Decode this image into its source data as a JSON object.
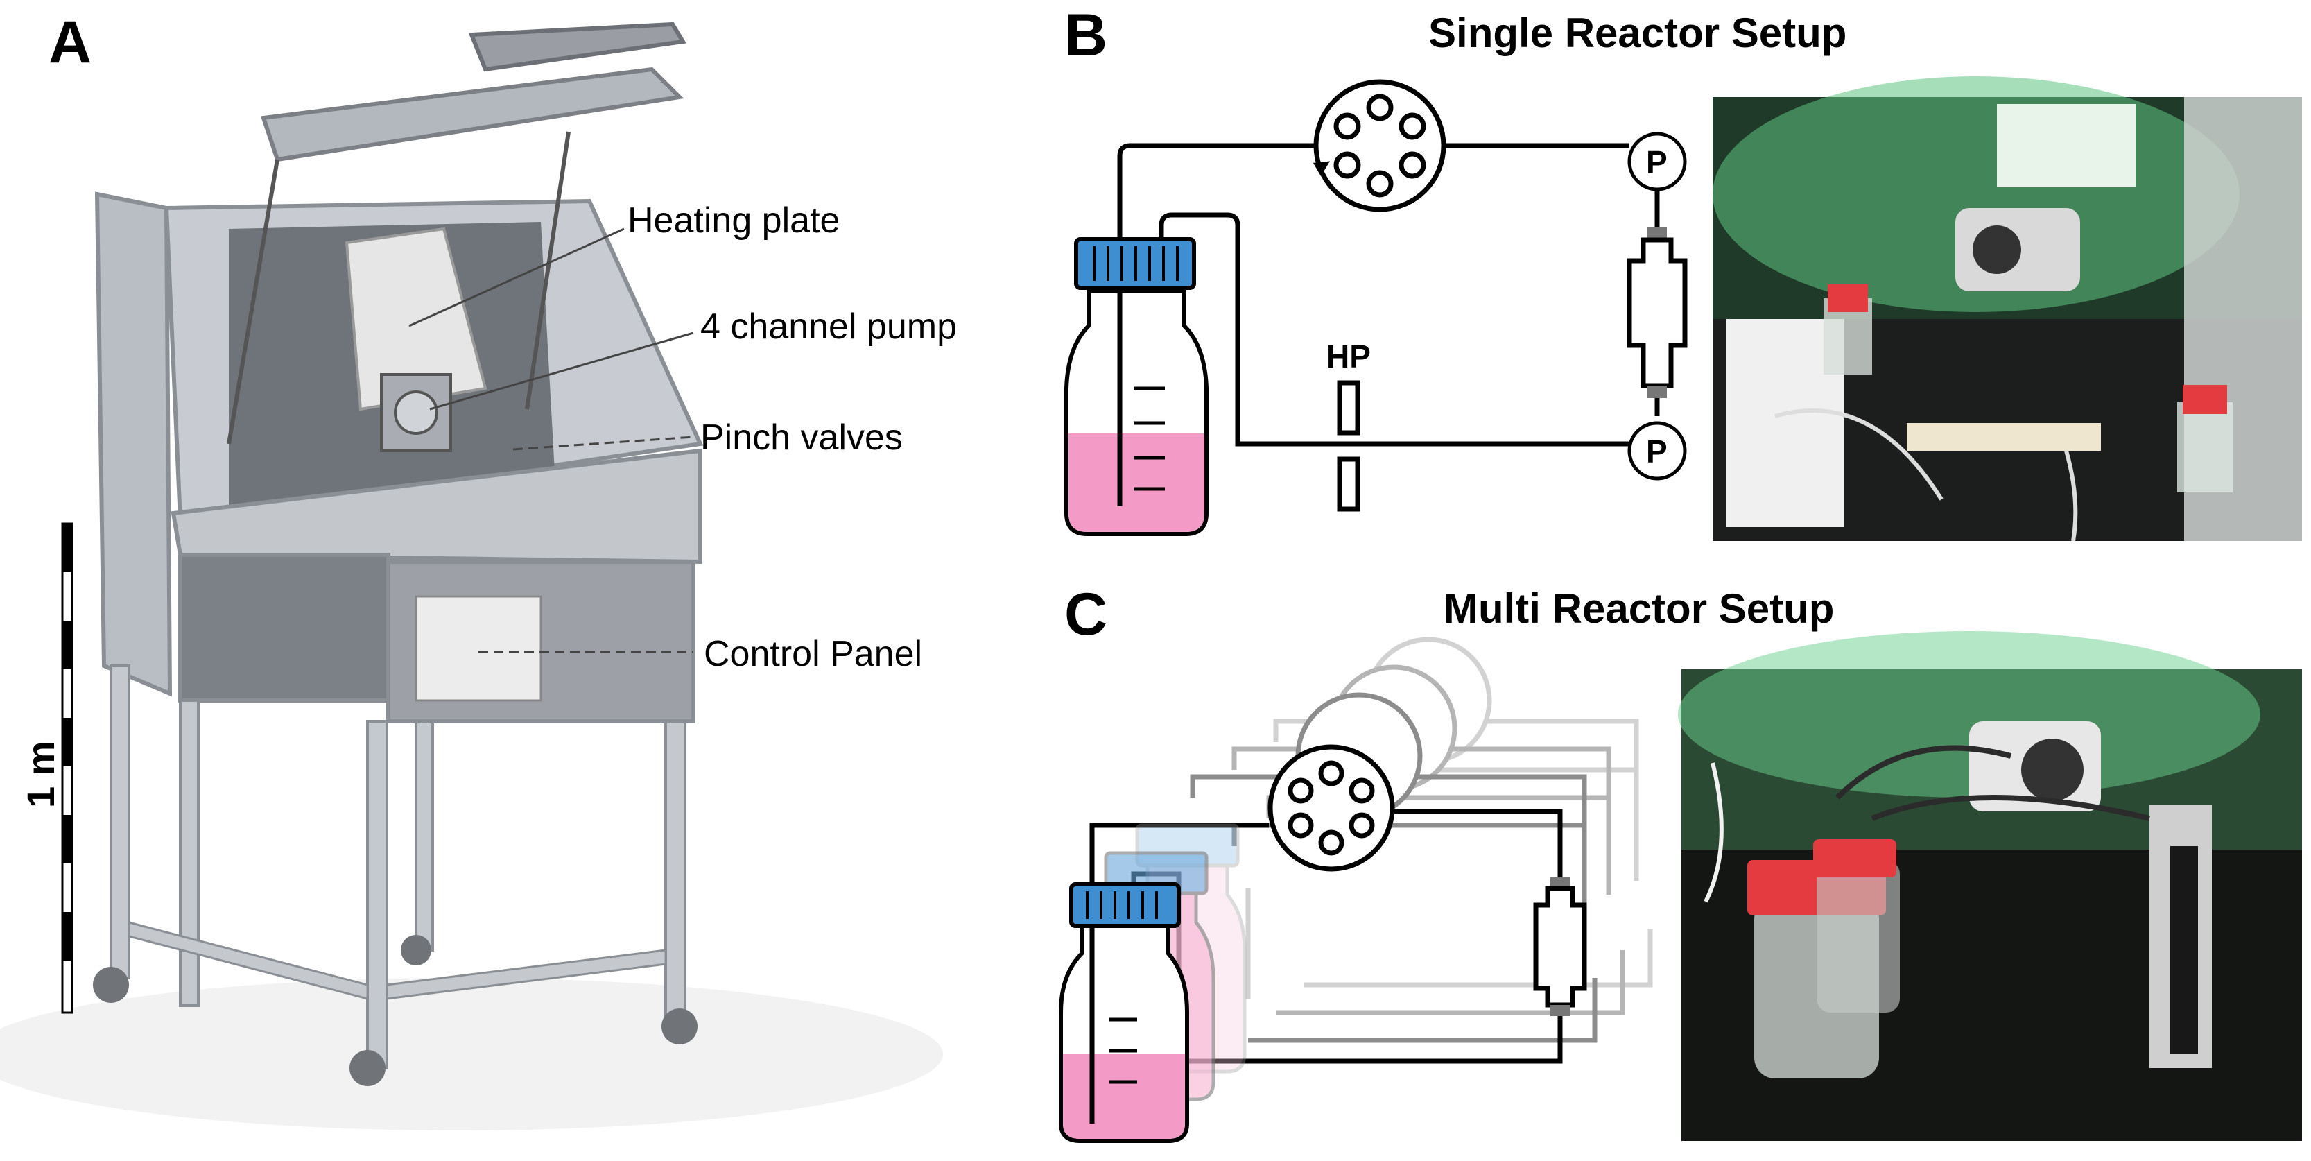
{
  "panels": {
    "a": {
      "letter": "A",
      "callouts": {
        "heating_plate": "Heating plate",
        "pump": "4 channel pump",
        "pinch_valves": "Pinch valves",
        "control_panel": "Control Panel"
      },
      "scale_label": "1 m"
    },
    "b": {
      "letter": "B",
      "title": "Single Reactor Setup",
      "pressure_symbol": "P",
      "heating_plate_symbol": "HP"
    },
    "c": {
      "letter": "C",
      "title": "Multi Reactor Setup"
    }
  },
  "colors": {
    "medium_pink": "#f49ac6",
    "bottle_cap_blue": "#3d8fd1",
    "photo_background": "#1b1e1c",
    "photo_green_glow": "#5fc282",
    "reactor_cap_red": "#e43b40"
  }
}
